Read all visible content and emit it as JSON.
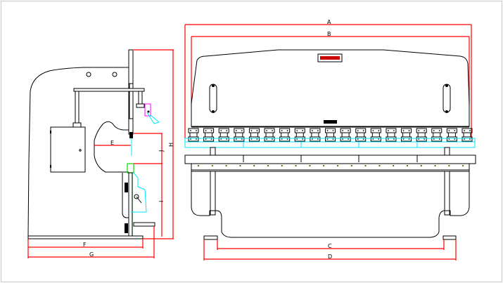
{
  "drawing": {
    "title": "Press brake dimension drawing",
    "dimension_labels": {
      "A": "A",
      "B": "B",
      "C": "C",
      "D": "D",
      "E": "E",
      "F": "F",
      "G": "G",
      "H": "H",
      "I": "I",
      "J": "J"
    },
    "clamp_count": 19,
    "bed_bolt_count": 20,
    "colors": {
      "dimension": "#ff0000",
      "outline": "#000000",
      "tooling_upper": "#00e5ff",
      "tooling_lower": "#00dd00",
      "backgauge": "#ff00ff",
      "frame_border": "#c8c8c8"
    }
  }
}
